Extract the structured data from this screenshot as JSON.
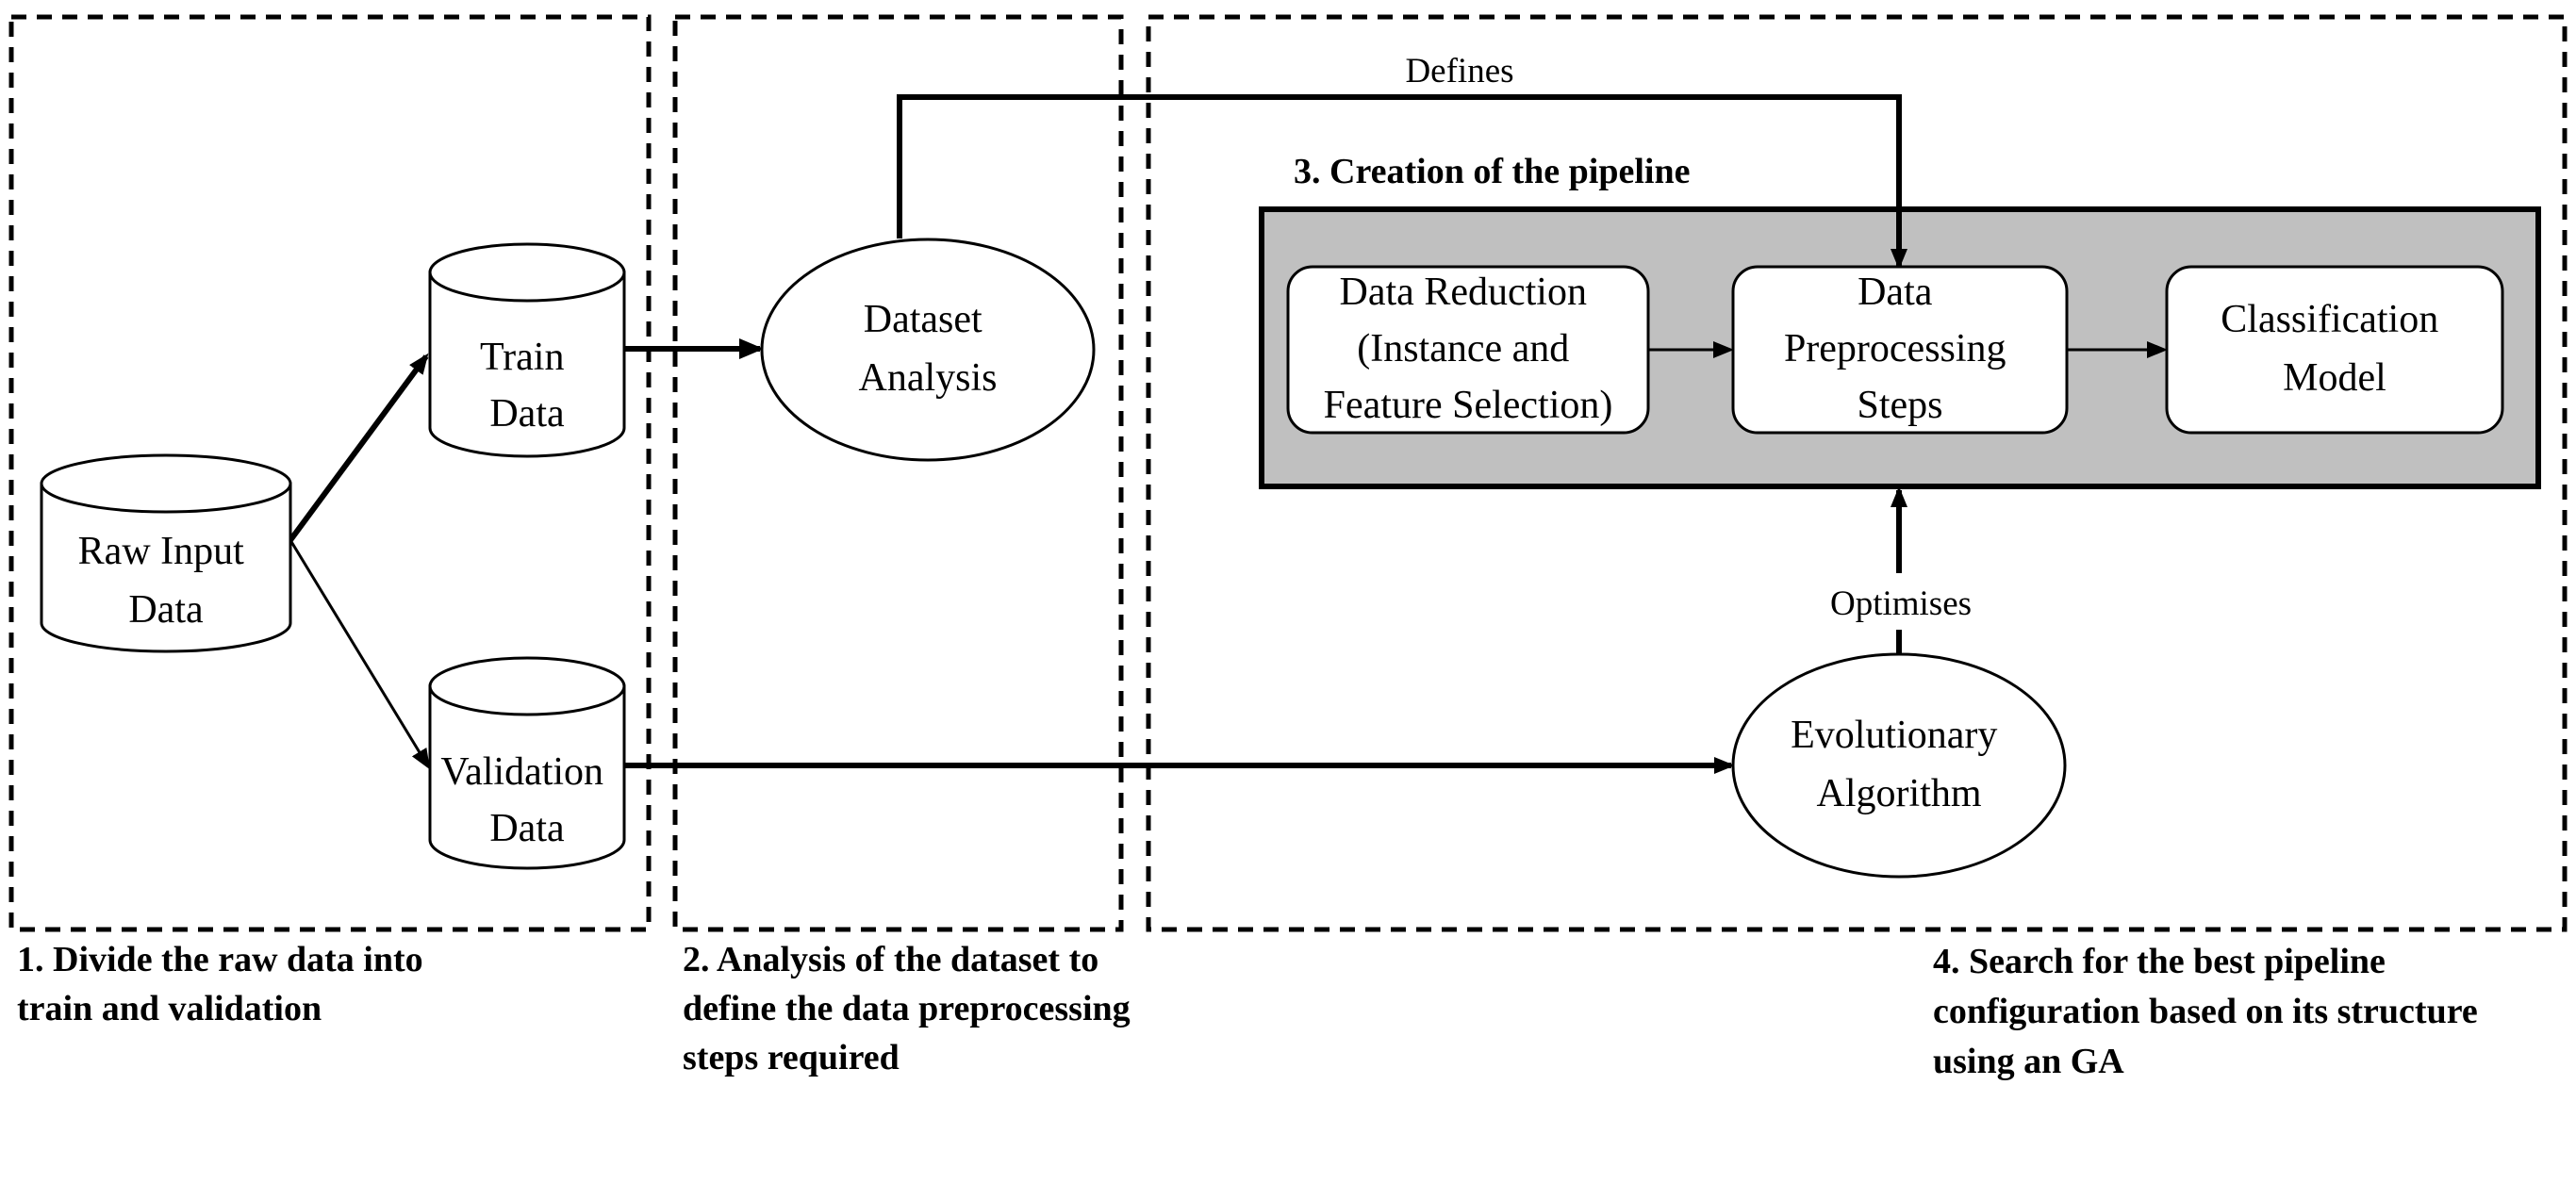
{
  "sections": {
    "s1": {
      "caption": [
        "1. Divide the raw data into",
        "train and validation"
      ]
    },
    "s2": {
      "caption": [
        "2. Analysis of the dataset to",
        "define the data preprocessing",
        "steps required"
      ]
    },
    "s3": {
      "title": "3. Creation of the pipeline"
    },
    "s4": {
      "caption": [
        "4. Search for the best pipeline",
        "configuration based on its structure",
        "using an GA"
      ]
    }
  },
  "nodes": {
    "raw": [
      "Raw Input",
      "Data"
    ],
    "train": [
      "Train",
      "Data"
    ],
    "validation": [
      "Validation",
      "Data"
    ],
    "analysis": [
      "Dataset",
      "Analysis"
    ],
    "reduction": [
      "Data Reduction",
      "(Instance and",
      "Feature Selection)"
    ],
    "preprocessing": [
      "Data",
      "Preprocessing",
      "Steps"
    ],
    "classification": [
      "Classification",
      "Model"
    ],
    "evolutionary": [
      "Evolutionary",
      "Algorithm"
    ]
  },
  "edges": {
    "defines": "Defines",
    "optimises": "Optimises"
  },
  "colors": {
    "stroke": "#000000",
    "pipeline_fill": "#c0c0c0",
    "node_fill": "#ffffff"
  }
}
